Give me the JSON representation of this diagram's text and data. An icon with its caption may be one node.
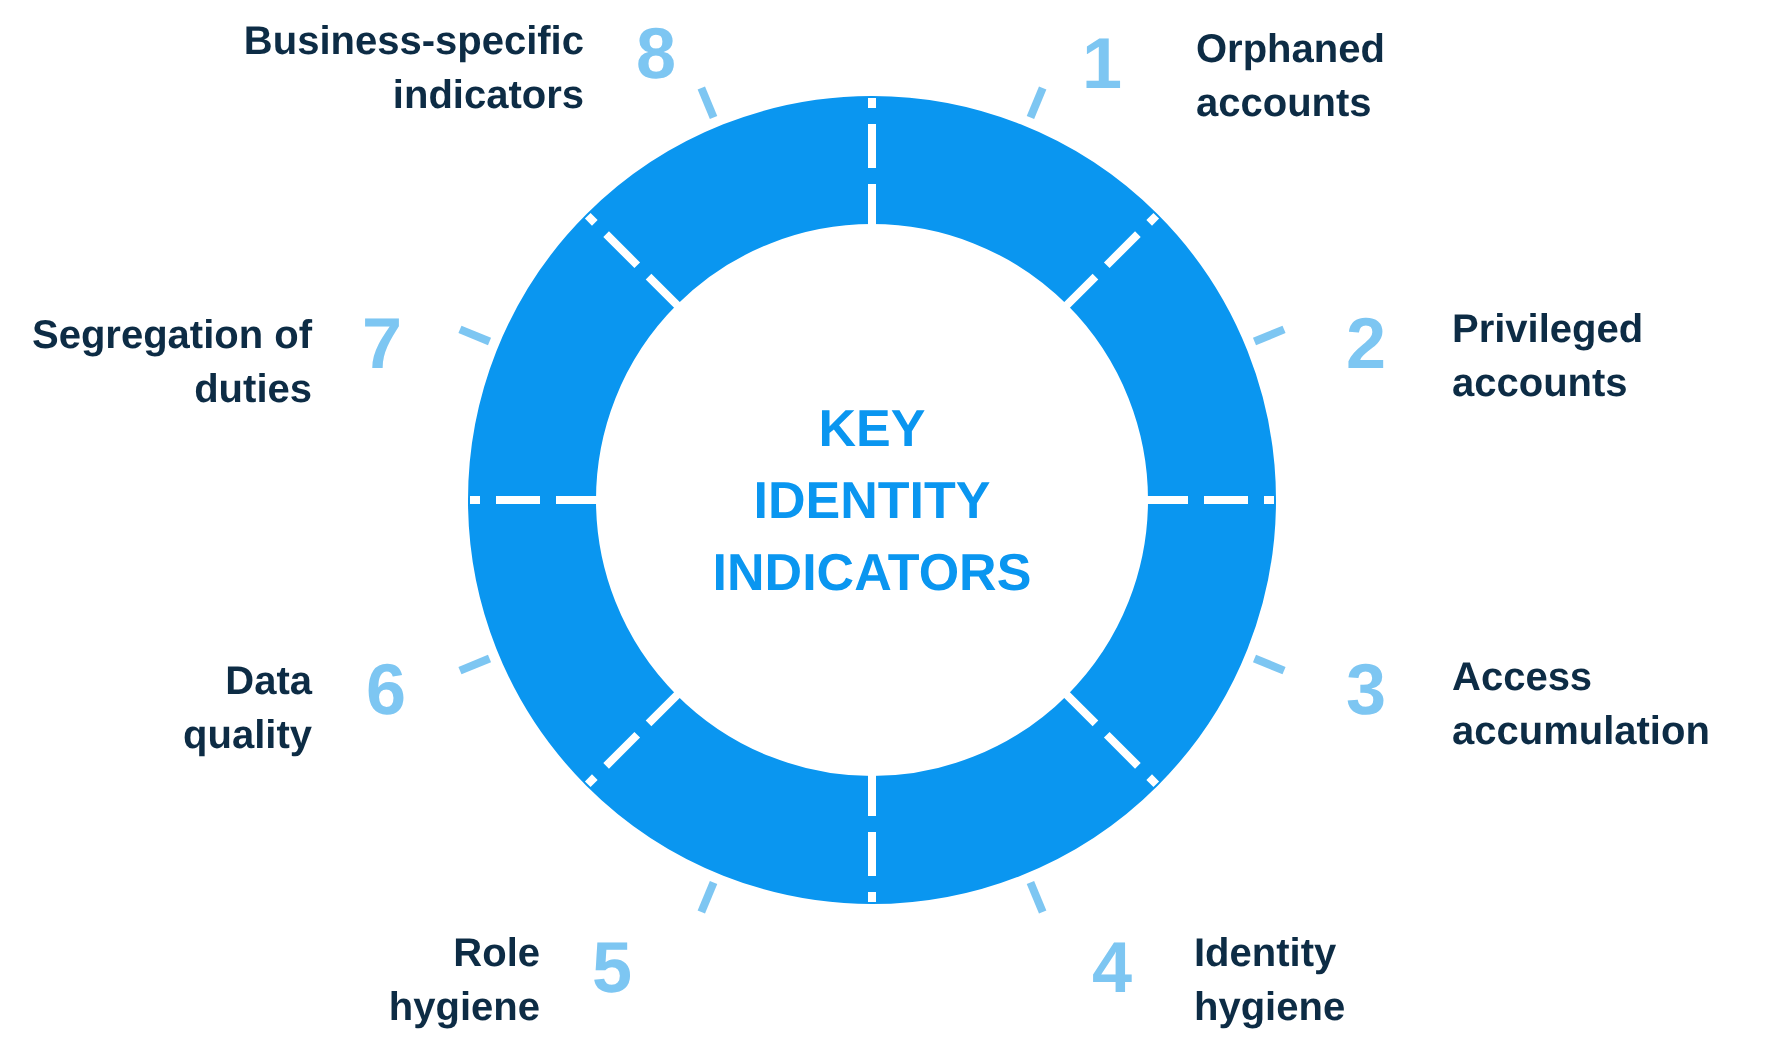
{
  "diagram": {
    "nodes": [
      {
        "text": [
          "KEY IDENTITY INDICATORS"
        ]
      }
    ],
    "labels": [
      "Business-specific indicators",
      "8",
      "1",
      "Orphaned accounts",
      "Segregation of duties",
      "7",
      "2",
      "Privileged accounts",
      "Data quality",
      "6",
      "3",
      "Access accumulation",
      "Role hygiene",
      "5",
      "4",
      "Identity hygiene"
    ]
  }
}
